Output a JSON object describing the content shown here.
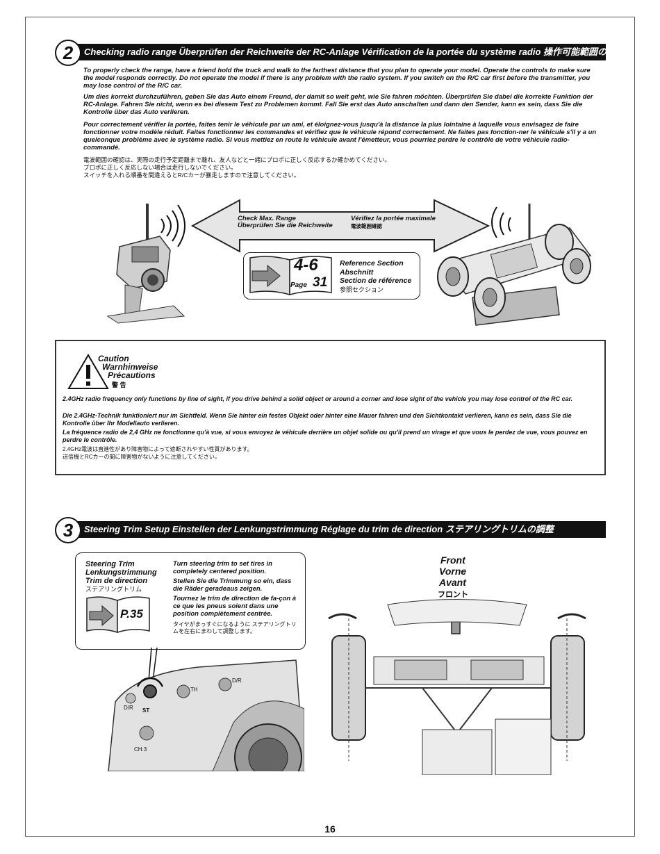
{
  "section2": {
    "number": "2",
    "title": "Checking radio range   Überprüfen der Reichweite der RC-Anlage   Vérification de la portée du système radio   操作可能範囲の確認",
    "para_en": "To properly check the range, have a friend hold the truck and walk to the farthest distance that you plan to operate your model. Operate the controls to make sure the model responds correctly. Do not operate the model if there is any problem with the radio system. If you switch on the R/C car first before the transmitter, you may lose control of the R/C car.",
    "para_de": "Um dies korrekt durchzuführen, geben Sie das Auto einem Freund, der damit so weit geht, wie Sie fahren möchten. Überprüfen Sie dabei die korrekte Funktion der RC-Anlage. Fahren Sie nicht, wenn es bei diesem Test zu Problemen kommt. Fall Sie erst das Auto anschalten und dann den Sender, kann es sein, dass Sie die Kontrolle über das Auto verlieren.",
    "para_fr": "Pour correctement vérifier la portée, faites tenir le véhicule par un ami, et éloignez-vous jusqu'à la distance la plus lointaine à laquelle vous envisagez de faire fonctionner votre modèle réduit. Faites fonctionner les commandes et vérifiez que le véhicule répond correctement. Ne faites pas fonction-ner le véhicule s'il y a un quelconque problème avec le système radio. Si vous mettiez en route le véhicule avant l'émetteur, vous pourriez perdre le contrôle de votre véhicule radio-commandé.",
    "para_jp_1": "電波範囲の確認は、実際の走行予定距離まで離れ、友人などと一緒にプロポに正しく反応するか確かめてください。",
    "para_jp_2": "プロポに正しく反応しない場合は走行しないでください。",
    "para_jp_3": "スイッチを入れる順番を間違えるとR/Cカーが暴走しますので注意してください。",
    "arrow_en": "Check Max. Range",
    "arrow_de": "Überprüfen Sie die Reichweite",
    "arrow_fr": "Vérifiez la portée maximale",
    "arrow_jp": "電波範囲確認",
    "ref_number": "4-6",
    "ref_page_label": "Page",
    "ref_page": "31",
    "ref_en": "Reference Section",
    "ref_de": "Abschnitt",
    "ref_fr": "Section de référence",
    "ref_jp": "参照セクション"
  },
  "caution": {
    "title_en": "Caution",
    "title_de": "Warnhinweise",
    "title_fr": "Précautions",
    "title_jp": "警 告",
    "para_en": "2.4GHz radio frequency only functions by line of sight, if you drive behind a solid object or around a corner and lose sight of the vehicle you may lose control of the RC car.",
    "para_de": "Die 2.4GHz-Technik funktioniert nur im Sichtfeld. Wenn Sie hinter ein festes Objekt oder hinter eine Mauer fahren und den Sichtkontakt verlieren, kann es sein, dass Sie die Kontrolle über Ihr Modellauto verlieren.",
    "para_fr": "La fréquence radio de 2,4 GHz ne fonctionne qu'à vue, si vous envoyez le véhicule derrière un objet solide ou qu'il prend un virage et que vous le perdez de vue, vous pouvez en perdre le contrôle.",
    "para_jp_1": "2.4GHz電波は直進性があり障害物によって遮断されやすい性質があります。",
    "para_jp_2": "送信機とRCカーの間に障害物がないように注意してください。"
  },
  "section3": {
    "number": "3",
    "title": "Steering Trim Setup   Einstellen der Lenkungstrimmung   Réglage du trim de direction   ステアリングトリムの調整",
    "box_title_en": "Steering Trim",
    "box_title_de": "Lenkungstrimmung",
    "box_title_fr": "Trim de direction",
    "box_title_jp": "ステアリングトリム",
    "box_page": "P.35",
    "instr_en": "Turn steering trim to set tires in completely centered position.",
    "instr_de": "Stellen Sie die Trimmung so ein, dass die Räder geradeaus zeigen.",
    "instr_fr": "Tournez le trim de direction de fa-çon à ce que les pneus soient dans une position complètement centrée.",
    "instr_jp": "タイヤがまっすぐになるように ステアリングトリムを左右にまわして調整します。",
    "front_en": "Front",
    "front_de": "Vorne",
    "front_fr": "Avant",
    "front_jp": "フロント",
    "tx_label_st": "ST",
    "tx_label_th": "TH",
    "tx_label_dr": "D/R",
    "tx_label_dual": "D/R",
    "tx_label_ch3": "CH.3"
  },
  "page_number": "16"
}
